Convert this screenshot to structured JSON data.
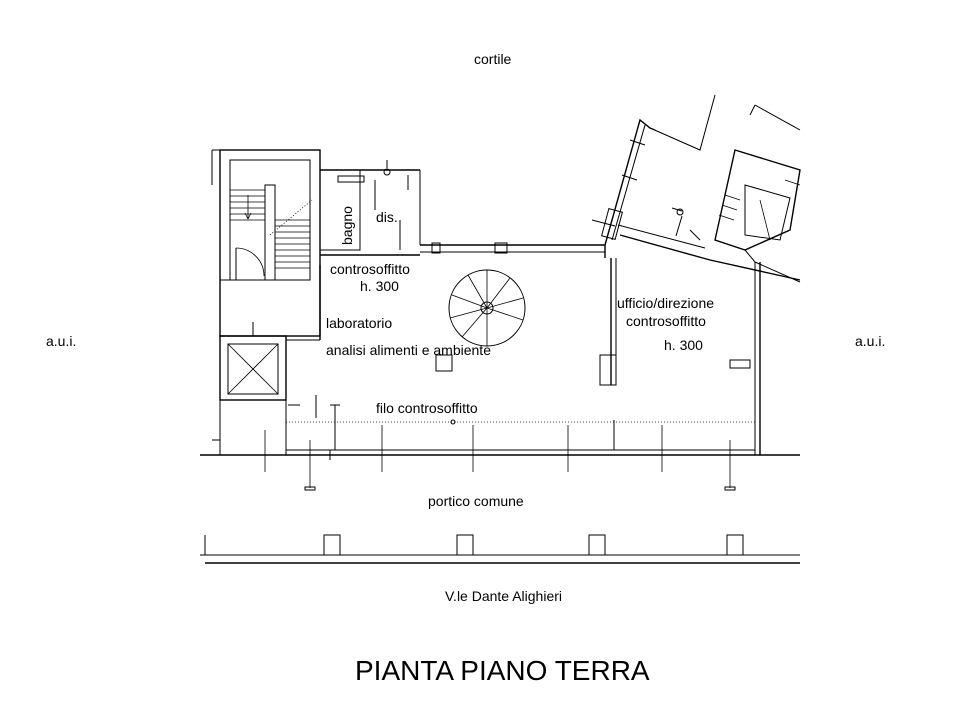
{
  "labels": {
    "cortile": "cortile",
    "aui_left": "a.u.i.",
    "aui_right": "a.u.i.",
    "bagno": "bagno",
    "dis": "dis.",
    "controsoffitto_main": "controsoffitto",
    "h300_main": "h. 300",
    "laboratorio": "laboratorio",
    "analisi": "analisi alimenti e ambiente",
    "ufficio": "ufficio/direzione",
    "controsoffitto_office": "controsoffitto",
    "h300_office": "h. 300",
    "filo": "filo controsoffitto",
    "portico": "portico comune",
    "street": "V.le Dante Alighieri",
    "title": "PIANTA PIANO TERRA"
  }
}
